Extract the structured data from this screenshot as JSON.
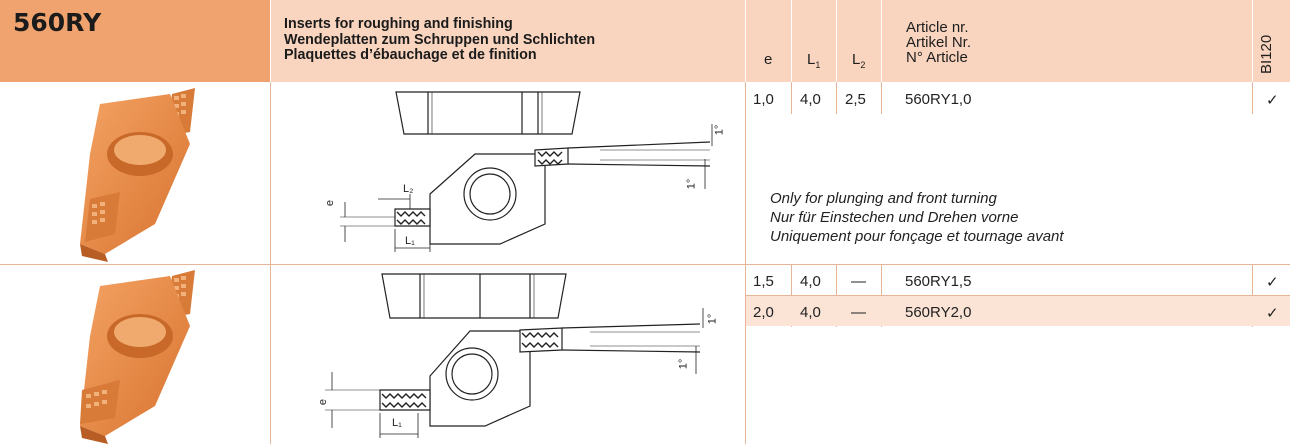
{
  "product": {
    "code": "560RY",
    "title_en": "Inserts for roughing and finishing",
    "title_de": "Wendeplatten zum Schruppen und Schlichten",
    "title_fr": "Plaquettes d’ébauchage et de finition"
  },
  "columns": {
    "e": "e",
    "l1_base": "L",
    "l1_sub": "1",
    "l2_base": "L",
    "l2_sub": "2",
    "article_en": "Article nr.",
    "article_de": "Artikel Nr.",
    "article_fr": "N° Article",
    "grade": "BI120"
  },
  "rows": [
    {
      "e": "1,0",
      "l1": "4,0",
      "l2": "2,5",
      "article": "560RY1,0",
      "avail": "✓"
    },
    {
      "e": "1,5",
      "l1": "4,0",
      "l2": "—",
      "article": "560RY1,5",
      "avail": "✓"
    },
    {
      "e": "2,0",
      "l1": "4,0",
      "l2": "—",
      "article": "560RY2,0",
      "avail": "✓"
    }
  ],
  "note": {
    "en": "Only for plunging and front turning",
    "de": "Nur für Einstechen und Drehen vorne",
    "fr": "Uniquement pour fonçage et tournage avant"
  },
  "drawing_labels": {
    "e": "e",
    "l1": "L₁",
    "l2": "L₂",
    "angle": "1°"
  },
  "colors": {
    "header_dark": "#f0a36e",
    "header_light": "#f9d5bf",
    "row_highlight": "#fbe4d6",
    "insert_orange": "#e98a43"
  }
}
